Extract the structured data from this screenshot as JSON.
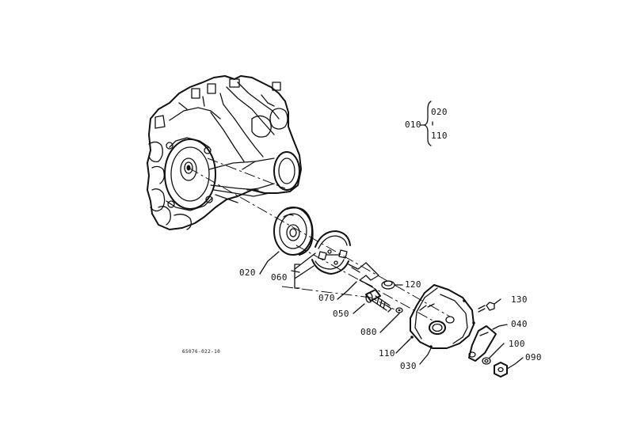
{
  "legend": {
    "assembly": "010",
    "from": "020",
    "to": "110"
  },
  "callouts": {
    "p020": "020",
    "p060": "060",
    "p070": "070",
    "p050": "050",
    "p080": "080",
    "p110": "110",
    "p030": "030",
    "p120": "120",
    "p130": "130",
    "p040": "040",
    "p100": "100",
    "p090": "090"
  },
  "drawing_code": "65076-022-10"
}
